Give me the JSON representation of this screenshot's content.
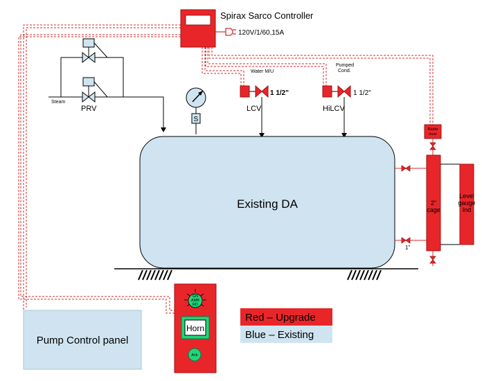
{
  "controller": {
    "title": "Spirax Sarco Controller",
    "power": "120V/1/60,15A"
  },
  "prv": {
    "steam_label": "Steam",
    "label": "PRV"
  },
  "gauge": {
    "switch_label": "S"
  },
  "lcv": {
    "line_label": "Water M/U",
    "size": "1 1/2\"",
    "label": "LCV"
  },
  "hilcv": {
    "line_label_1": "Pumped",
    "line_label_2": "Cond.",
    "size": "1 1/2\"",
    "label": "HiLCV"
  },
  "tank": {
    "label": "Existing DA"
  },
  "radar": {
    "label_1": "Radar",
    "label_2": "level"
  },
  "cage": {
    "label_1": "2\"",
    "label_2": "cage",
    "connection_size": "1\""
  },
  "level_gauge": {
    "line1": "Level",
    "line2": "gauge",
    "line3": "Ind"
  },
  "pump_panel": {
    "label": "Pump Control panel"
  },
  "alarm_panel": {
    "light_1": "GN",
    "light_2": "AMB",
    "light_3": "RD",
    "horn": "Horn",
    "ack": "Ack"
  },
  "legend": {
    "upgrade": "Red – Upgrade",
    "existing": "Blue – Existing"
  },
  "colors": {
    "red": "#e8262a",
    "blue_fill": "#cfe4f0",
    "green": "#1fd67a",
    "line": "#000000"
  }
}
